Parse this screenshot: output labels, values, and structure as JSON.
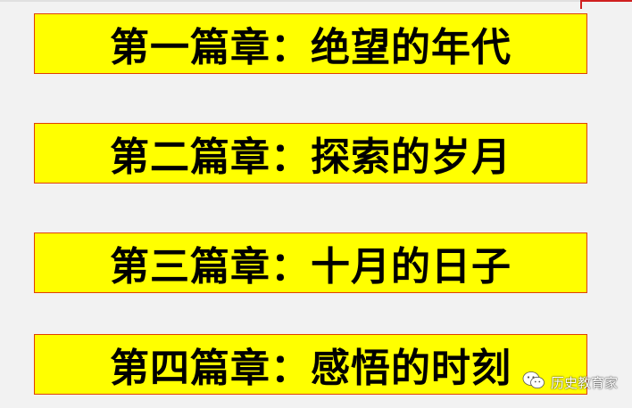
{
  "chapters": [
    {
      "text": "第一篇章：绝望的年代"
    },
    {
      "text": "第二篇章：探索的岁月"
    },
    {
      "text": "第三篇章：十月的日子"
    },
    {
      "text": "第四篇章：感悟的时刻"
    }
  ],
  "watermark": {
    "icon": "wechat-icon",
    "text": "历史教育家"
  },
  "colors": {
    "background": "#f2f2f2",
    "box_fill": "#ffff00",
    "box_border": "#e04000",
    "text": "#000000"
  }
}
